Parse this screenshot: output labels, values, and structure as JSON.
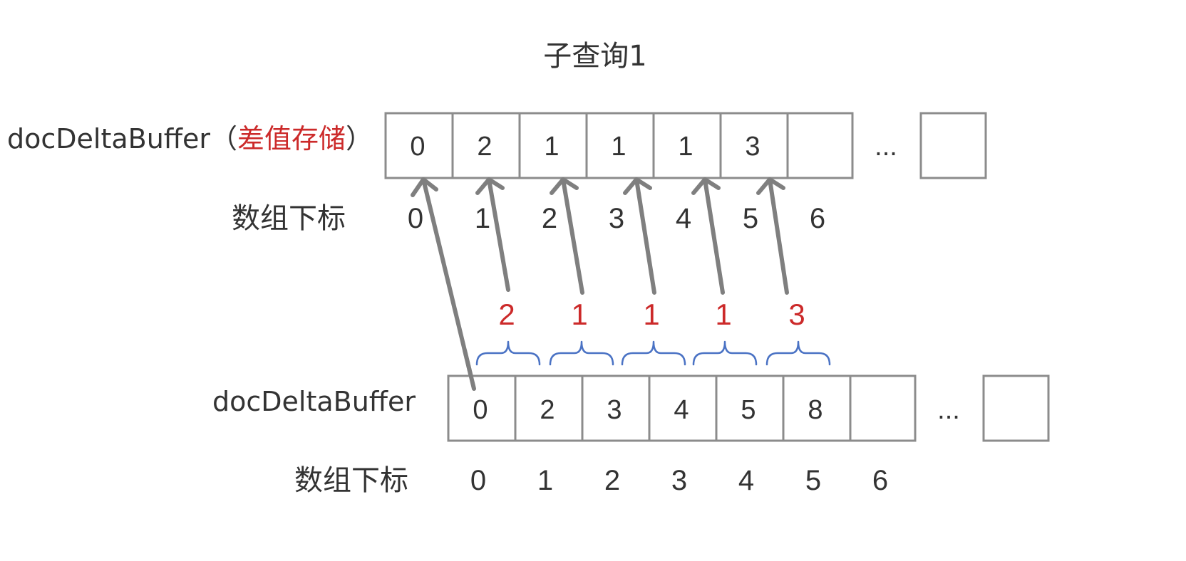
{
  "title": "子查询1",
  "colors": {
    "text": "#333333",
    "box_stroke": "#8c8c8c",
    "arrow": "#7f7f7f",
    "diff": "#cc2a2a",
    "brace": "#4a72c4"
  },
  "top_row": {
    "label_prefix": "docDeltaBuffer（",
    "label_highlight": "差值存储",
    "label_suffix": "）",
    "values": [
      "0",
      "2",
      "1",
      "1",
      "1",
      "3",
      ""
    ],
    "ellipsis": "...",
    "index_label": "数组下标",
    "indices": [
      "0",
      "1",
      "2",
      "3",
      "4",
      "5",
      "6"
    ]
  },
  "bottom_row": {
    "label": "docDeltaBuffer",
    "values": [
      "0",
      "2",
      "3",
      "4",
      "5",
      "8",
      ""
    ],
    "ellipsis": "...",
    "index_label": "数组下标",
    "indices": [
      "0",
      "1",
      "2",
      "3",
      "4",
      "5",
      "6"
    ]
  },
  "differences": [
    "2",
    "1",
    "1",
    "1",
    "3"
  ]
}
